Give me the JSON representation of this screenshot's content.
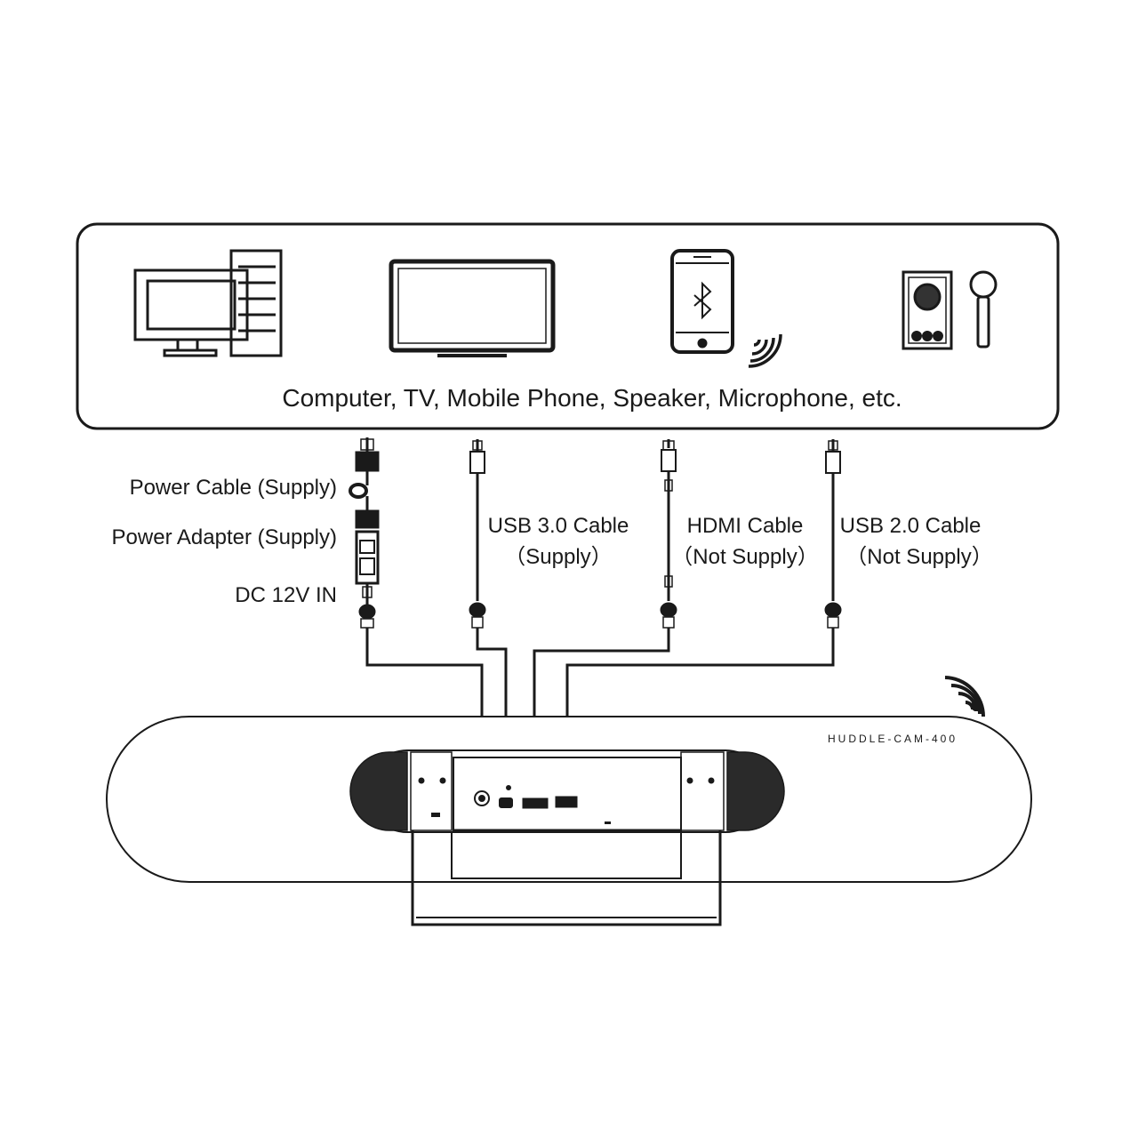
{
  "devices_panel": {
    "caption": "Computer, TV, Mobile Phone, Speaker, Microphone, etc.",
    "icons": [
      "computer-icon",
      "tv-icon",
      "mobile-phone-icon",
      "bluetooth-icon",
      "wireless-signal-icon",
      "speaker-icon",
      "microphone-icon"
    ]
  },
  "cables": {
    "power_cable": "Power Cable (Supply)",
    "power_adapter": "Power Adapter (Supply)",
    "dc_in": "DC 12V IN",
    "usb3_name": "USB 3.0 Cable",
    "usb3_supply": "（Supply）",
    "hdmi_name": "HDMI Cable",
    "hdmi_supply": "（Not Supply）",
    "usb2_name": "USB 2.0 Cable",
    "usb2_supply": "（Not Supply）"
  },
  "camera": {
    "model": "HUDDLE-CAM-400",
    "icons": [
      "wireless-signal-icon"
    ]
  }
}
